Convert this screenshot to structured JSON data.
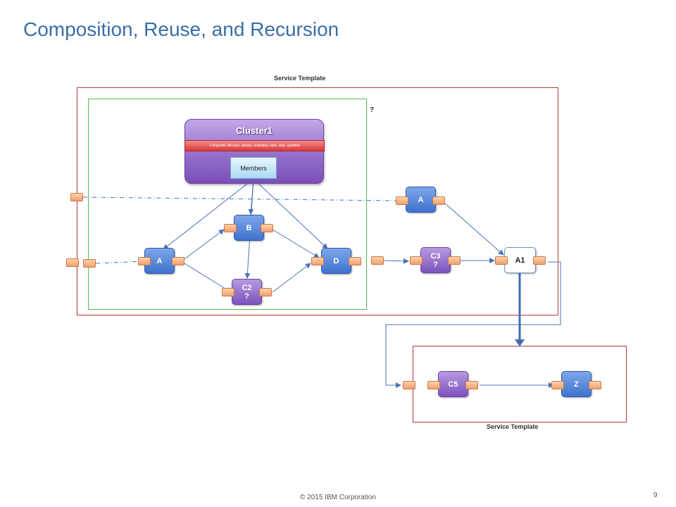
{
  "title": "Composition, Reuse, and Recursion",
  "labels": {
    "service_template_top": "Service Template",
    "service_template_bottom": "Service Template",
    "question_mark": "?"
  },
  "cluster": {
    "title": "Cluster1",
    "lifecycle": "Composite lifecycle: deploy, undeploy, start, stop, updated",
    "members": "Members"
  },
  "nodes": {
    "a_inner": "A",
    "b": "B",
    "c2": "C2\n?",
    "d": "D",
    "a_outer": "A",
    "c3": "C3\n?",
    "a1": "A1",
    "c5": "C5",
    "z": "Z"
  },
  "footer": {
    "copyright": "© 2015 IBM Corporation",
    "page_number": "9"
  },
  "colors": {
    "title": "#3a6ea5",
    "node_blue": "#4a7fd6",
    "node_purple": "#8a62c6",
    "port_orange": "#f5b48a",
    "frame_red": "#b03a3a",
    "frame_green": "#4fbf4f",
    "lifecycle_red": "#d83a3a",
    "connector_blue": "#4a73b8"
  }
}
